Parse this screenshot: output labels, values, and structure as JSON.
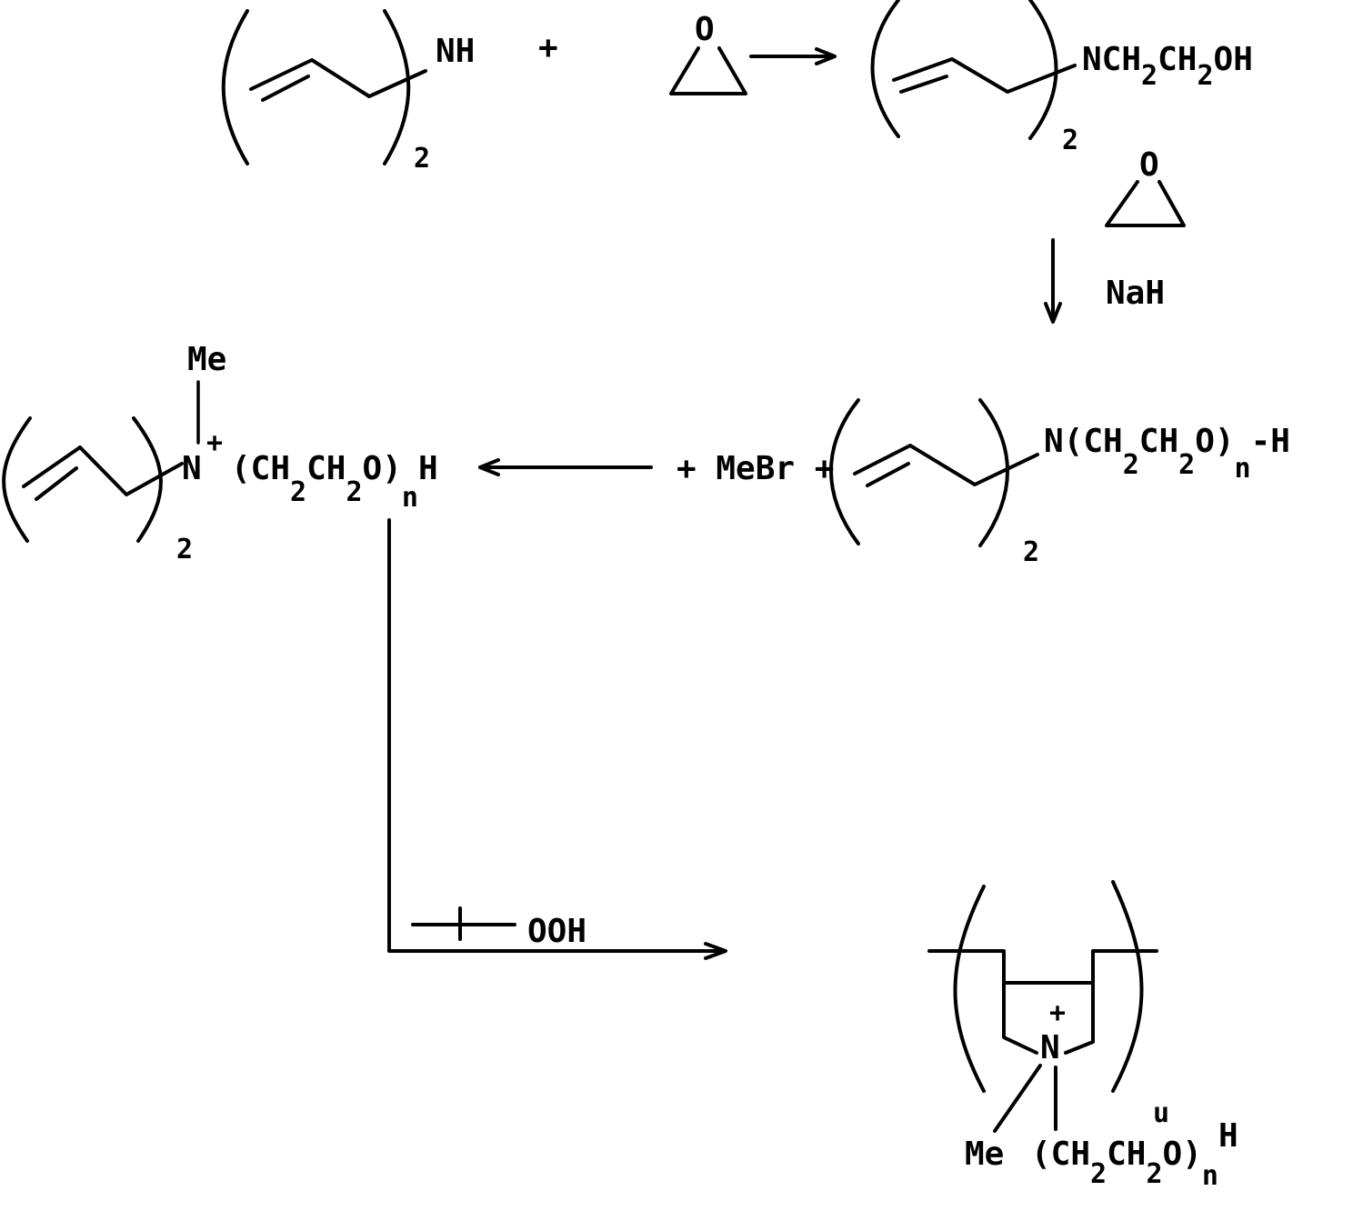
{
  "row1": {
    "amine": {
      "group": "NH",
      "subscript": "2"
    },
    "plus": "+",
    "epoxide_o": "O",
    "product": {
      "group_a": "NCH",
      "sub_a": "2",
      "group_b": "CH",
      "sub_b": "2",
      "group_c": "OH",
      "subscript": "2"
    }
  },
  "step_down": {
    "epoxide_o": "O",
    "reagent": "NaH"
  },
  "row2": {
    "left": {
      "methyl": "Me",
      "nitrogen": "N",
      "charge": "+",
      "chain_a": "(CH",
      "sub_a": "2",
      "chain_b": "CH",
      "sub_b": "2",
      "chain_c": "O)",
      "sub_n": "n",
      "end": "H",
      "subscript": "2"
    },
    "reagent": "+ MeBr +",
    "right": {
      "chain_a": "N(CH",
      "sub_a": "2",
      "chain_b": "CH",
      "sub_b": "2",
      "chain_c": "O)",
      "sub_n": "n",
      "end": "-H",
      "subscript": "2"
    }
  },
  "step_final": {
    "reagent": "OOH"
  },
  "polymer": {
    "charge": "+",
    "nitrogen": "N",
    "repeat": "u",
    "methyl": "Me",
    "chain_a": "(CH",
    "sub_a": "2",
    "chain_b": "CH",
    "sub_b": "2",
    "chain_c": "O)",
    "sub_n": "n",
    "end": "H"
  }
}
